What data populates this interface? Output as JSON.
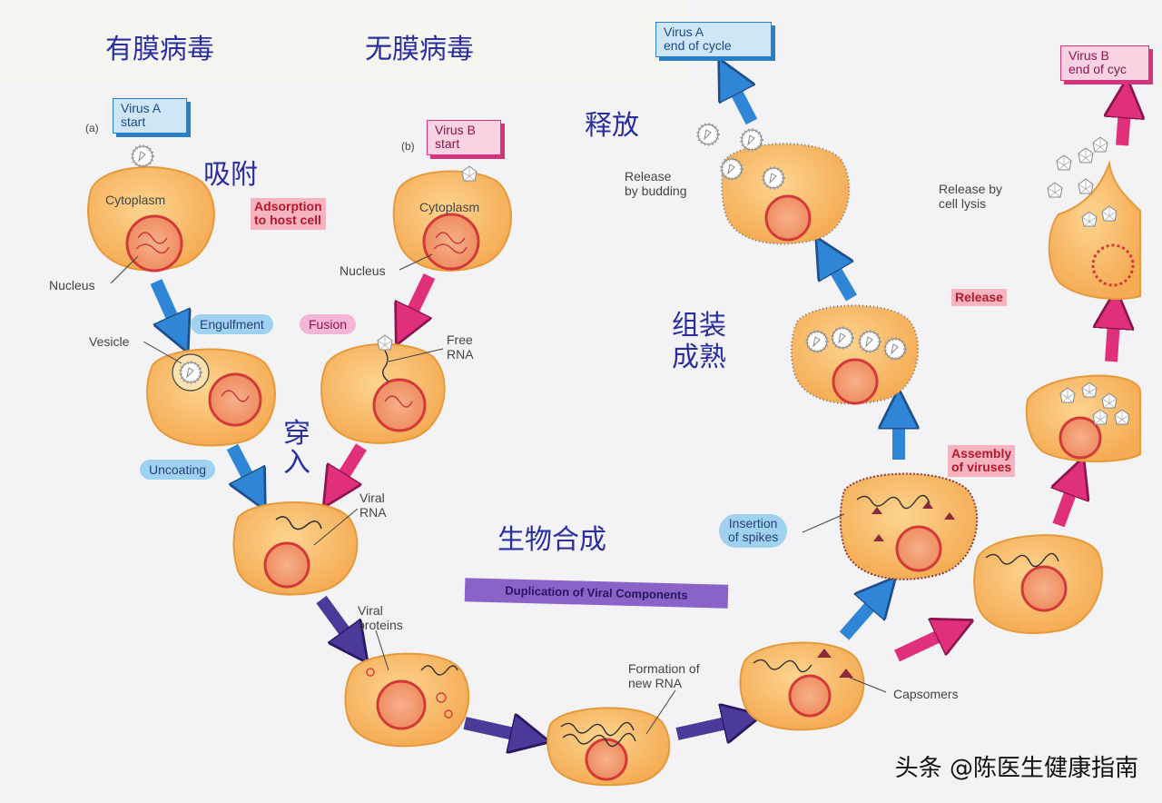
{
  "chinese_labels": {
    "enveloped_virus": "有膜病毒",
    "non_enveloped_virus": "无膜病毒",
    "adsorption": "吸附",
    "penetration": "穿\n入",
    "biosynthesis": "生物合成",
    "assembly_maturation": "组装\n成熟",
    "release": "释放"
  },
  "start_boxes": {
    "virus_a_start": "Virus A\nstart",
    "virus_b_start": "Virus B\nstart",
    "virus_a_end": "Virus A\nend of cycle",
    "virus_b_end": "Virus B\nend of cyc"
  },
  "panel_letters": {
    "a": "(a)",
    "b": "(b)"
  },
  "step_tags": {
    "adsorption": "Adsorption\nto host cell",
    "assembly": "Assembly\nof viruses",
    "release": "Release"
  },
  "pills": {
    "engulfment": "Engulfment",
    "fusion": "Fusion",
    "uncoating": "Uncoating",
    "insertion": "Insertion\nof spikes"
  },
  "banner": "Duplication of Viral Components",
  "annotations": {
    "cytoplasm_a": "Cytoplasm",
    "cytoplasm_b": "Cytoplasm",
    "nucleus_a": "Nucleus",
    "nucleus_b": "Nucleus",
    "vesicle": "Vesicle",
    "free_rna": "Free\nRNA",
    "viral_rna": "Viral\nRNA",
    "viral_proteins": "Viral\nproteins",
    "formation_new_rna": "Formation of\nnew RNA",
    "capsomers": "Capsomers",
    "release_budding": "Release\nby budding",
    "release_lysis": "Release by\ncell lysis"
  },
  "watermark": "头条 @陈医生健康指南",
  "colors": {
    "cell_fill": "#f7b968",
    "cell_edge": "#e59a3c",
    "nucleus_fill": "#f29a70",
    "nucleus_edge": "#d23a3a",
    "arrow_blue": "#2f86d6",
    "arrow_pink": "#e0307a",
    "arrow_purple": "#4b3a9a",
    "chinese_text": "#2b2f9e"
  }
}
